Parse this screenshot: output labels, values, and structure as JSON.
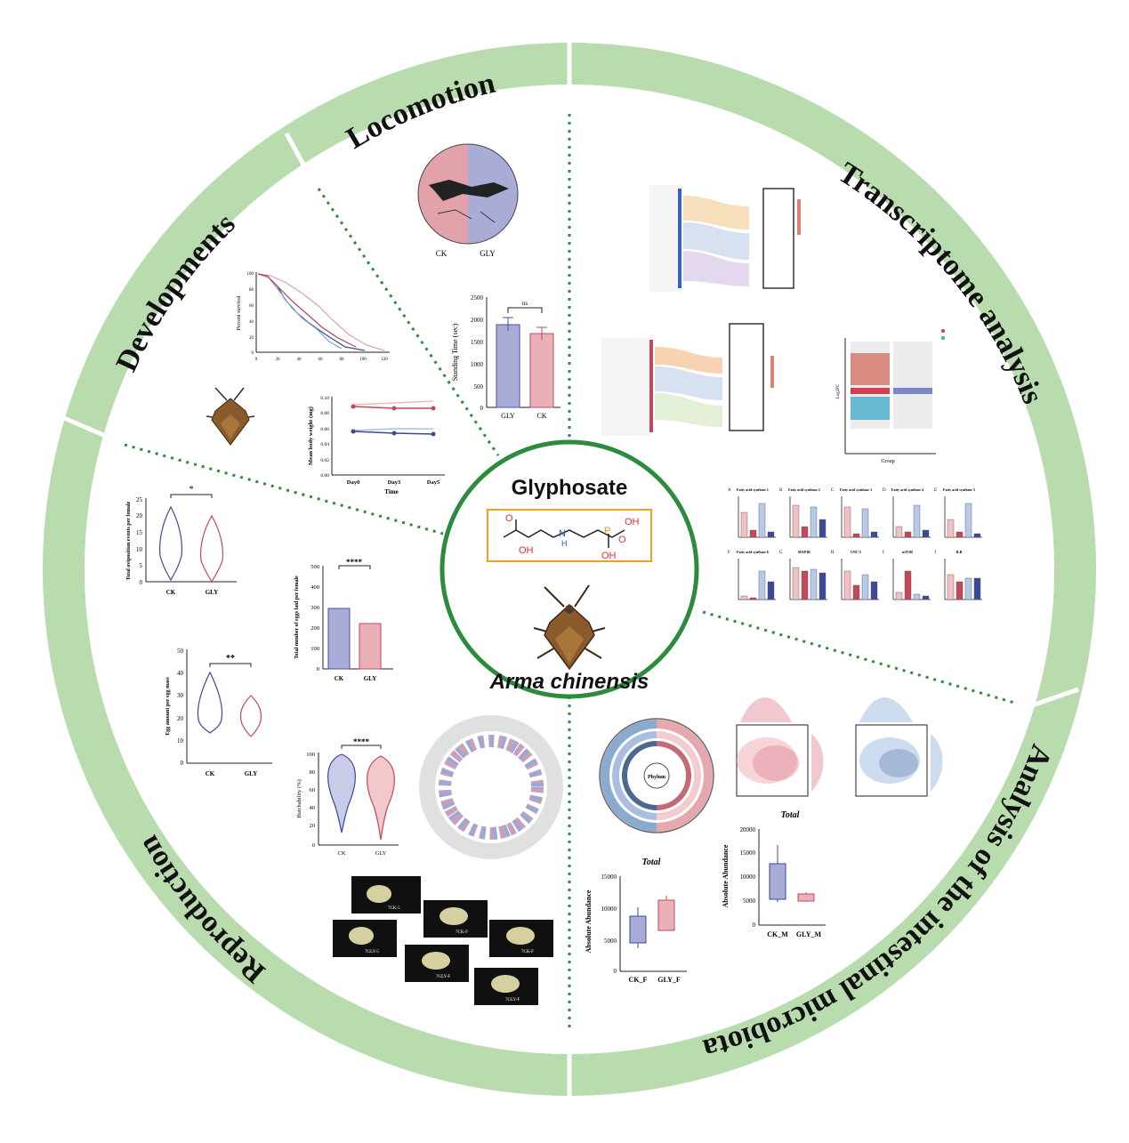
{
  "center": {
    "compound_name": "Glyphosate",
    "species_name": "Arma chinensis",
    "formula_labels": {
      "o_top": "O",
      "oh_left": "OH",
      "n": "N",
      "h": "H",
      "p": "P",
      "o_right": "O",
      "oh_right1": "OH",
      "oh_right2": "OH"
    }
  },
  "sections": {
    "locomotion": "Locomotion",
    "transcriptome": "Transcriptome analysis",
    "microbiota": "Analysis of the intestinal microbiota",
    "reproduction": "Reproduction",
    "developments": "Developments"
  },
  "locomotion_panel": {
    "track_labels": [
      "CK",
      "GLY"
    ],
    "standing_time_chart": {
      "ylabel": "Standing Time (sec)",
      "yticks": [
        "2500",
        "2000",
        "1500",
        "1000",
        "500",
        "0"
      ],
      "categories": [
        "GLY",
        "CK"
      ],
      "sig": "ns"
    }
  },
  "development_panel": {
    "survival": {
      "ylabel": "Percent survival",
      "xticks": [
        "0",
        "20",
        "40",
        "60",
        "80",
        "100",
        "120"
      ],
      "yticks": [
        "100",
        "80",
        "60",
        "40",
        "20",
        "0"
      ]
    },
    "weight": {
      "ylabel": "Mean body weight (mg)",
      "xlabel": "Time",
      "xticks": [
        "Day0",
        "Day3",
        "Day5"
      ],
      "yticks": [
        "0.10",
        "0.08",
        "0.06",
        "0.04",
        "0.02",
        "0.00"
      ]
    }
  },
  "reproduction_panel": {
    "oviposition": {
      "ylabel": "Total oviposition events per female",
      "categories": [
        "CK",
        "GLY"
      ],
      "yticks": [
        "25",
        "20",
        "15",
        "10",
        "5",
        "0"
      ],
      "sig": "*"
    },
    "eggs_per_mass": {
      "ylabel": "Egg amount per egg mass",
      "categories": [
        "CK",
        "GLY"
      ],
      "yticks": [
        "50",
        "40",
        "30",
        "20",
        "10",
        "0"
      ],
      "sig": "**"
    },
    "eggs_per_female": {
      "ylabel": "Total number of eggs laid per female",
      "categories": [
        "CK",
        "GLY"
      ],
      "yticks": [
        "500",
        "400",
        "300",
        "200",
        "100",
        "0"
      ],
      "sig": "****"
    },
    "hatchability": {
      "ylabel": "Hatchability (%)",
      "categories": [
        "CK",
        "GLY"
      ],
      "yticks": [
        "100",
        "80",
        "60",
        "40",
        "20",
        "0"
      ],
      "sig": "****"
    },
    "ovary_labels": [
      "7CK-5",
      "7CK-F",
      "7CK-F",
      "7GLY-5",
      "7GLY-F",
      "7GLY-F"
    ]
  },
  "microbiota_panel": {
    "circle_center": "Phylum",
    "female": {
      "title": "Total",
      "ylabel": "Absolute Abundance",
      "categories": [
        "CK_F",
        "GLY_F"
      ],
      "yticks": [
        "15000",
        "10000",
        "5000",
        "0"
      ]
    },
    "male": {
      "title": "Total",
      "ylabel": "Absolute Abundance",
      "categories": [
        "CK_M",
        "GLY_M"
      ],
      "yticks": [
        "20000",
        "15000",
        "10000",
        "5000",
        "0"
      ]
    }
  },
  "transcriptome_panel": {
    "volcano_xlabel": "Group",
    "volcano_ylabel": "Log2FC",
    "bar_panel_labels": [
      "A",
      "B",
      "C",
      "D",
      "E",
      "F",
      "G",
      "H",
      "I",
      "J"
    ],
    "bar_panel_titles": [
      "Fatty acid synthase 1",
      "Fatty acid synthase 2",
      "Fatty acid synthase 3",
      "Fatty acid synthase 4",
      "Fatty acid synthase 5",
      "Fatty acid synthase 6",
      "MAP3K",
      "UNC-5",
      "mTOR",
      "ILR"
    ]
  },
  "colors": {
    "ring_green": "#b9dcae",
    "center_ring": "#2e8b3c",
    "ck_blue": "#8c96c8",
    "gly_red": "#e3828c",
    "formula_box": "#f0a020"
  }
}
